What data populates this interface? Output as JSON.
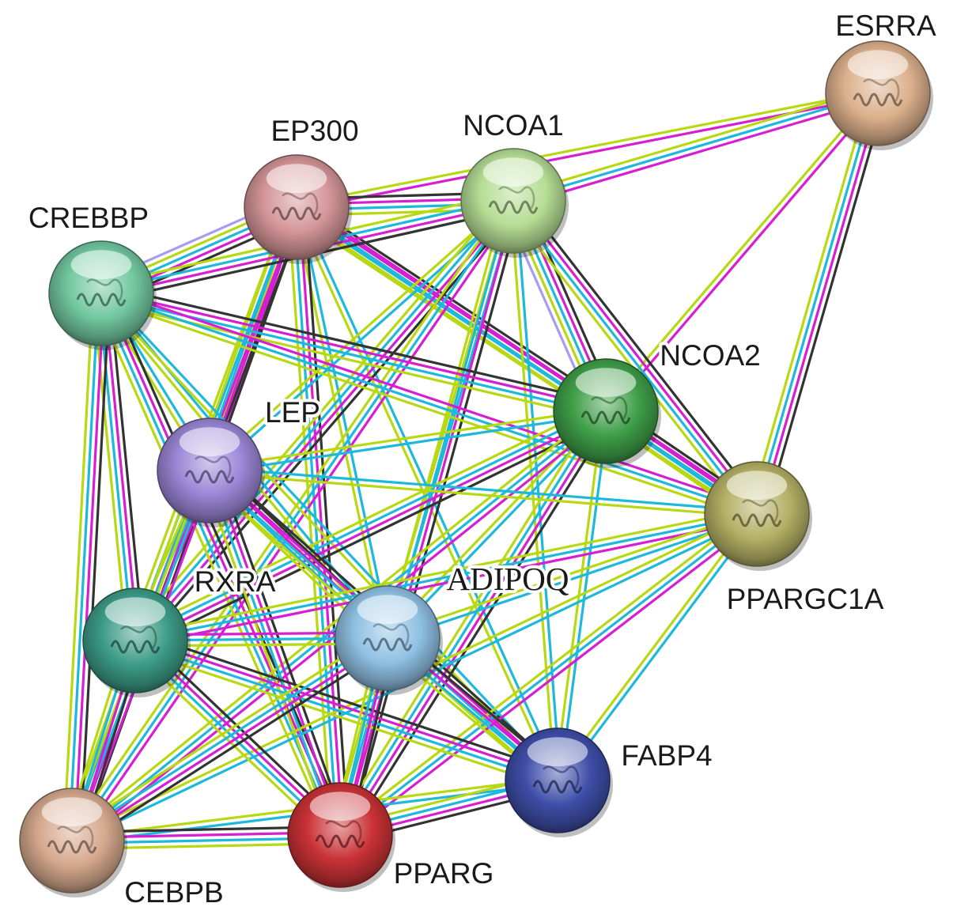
{
  "network": {
    "edge_colors": {
      "black": "#333333",
      "magenta": "#d51fd0",
      "cyan": "#1eb8db",
      "lime": "#b7d813",
      "lavender": "#a89cf0"
    },
    "nodes": [
      {
        "id": "ESRRA",
        "label": "ESRRA",
        "color": "#dcb08c",
        "structure": "pink-helix-structure"
      },
      {
        "id": "EP300",
        "label": "EP300",
        "color": "#d49597",
        "structure": "multicolor-domain-structure"
      },
      {
        "id": "NCOA1",
        "label": "NCOA1",
        "color": "#b5dd94",
        "structure": "green-helix-structure"
      },
      {
        "id": "CREBBP",
        "label": "CREBBP",
        "color": "#72c8a0",
        "structure": "blue-complex-structure"
      },
      {
        "id": "NCOA2",
        "label": "NCOA2",
        "color": "#3f9e48",
        "structure": "blue-peptide-structure"
      },
      {
        "id": "LEP",
        "label": "LEP",
        "color": "#9a86d6",
        "structure": "purple-helix-bundle"
      },
      {
        "id": "PPARGC1A",
        "label": "PPARGC1A",
        "color": "#b4b065",
        "structure": "red-helix-structure"
      },
      {
        "id": "RXRA",
        "label": "RXRA",
        "color": "#3c9c86",
        "structure": "green-ligand-domain"
      },
      {
        "id": "ADIPOQ",
        "label": "ADIPOQ",
        "color": "#8fc0e3",
        "structure": "blue-trimer-structure"
      },
      {
        "id": "FABP4",
        "label": "FABP4",
        "color": "#3e4ea8",
        "structure": "purple-barrel-structure"
      },
      {
        "id": "CEBPB",
        "label": "CEBPB",
        "color": "#d6a98e",
        "structure": "helix-dna-structure"
      },
      {
        "id": "PPARG",
        "label": "PPARG",
        "color": "#c93236",
        "structure": "red-complex-structure"
      }
    ],
    "edges": [
      {
        "source": "ESRRA",
        "target": "EP300",
        "types": [
          "magenta",
          "lime"
        ]
      },
      {
        "source": "ESRRA",
        "target": "NCOA1",
        "types": [
          "magenta",
          "cyan",
          "lime"
        ]
      },
      {
        "source": "ESRRA",
        "target": "NCOA2",
        "types": [
          "magenta",
          "lime"
        ]
      },
      {
        "source": "ESRRA",
        "target": "PPARGC1A",
        "types": [
          "black",
          "magenta",
          "cyan",
          "lime"
        ]
      },
      {
        "source": "EP300",
        "target": "NCOA1",
        "types": [
          "black",
          "magenta",
          "cyan",
          "lime"
        ]
      },
      {
        "source": "EP300",
        "target": "CREBBP",
        "types": [
          "black",
          "magenta",
          "cyan",
          "lime",
          "lavender"
        ]
      },
      {
        "source": "EP300",
        "target": "NCOA2",
        "types": [
          "black",
          "magenta",
          "cyan",
          "lime"
        ]
      },
      {
        "source": "EP300",
        "target": "LEP",
        "types": [
          "magenta",
          "lime"
        ]
      },
      {
        "source": "EP300",
        "target": "PPARGC1A",
        "types": [
          "magenta",
          "cyan",
          "lime"
        ]
      },
      {
        "source": "EP300",
        "target": "RXRA",
        "types": [
          "black",
          "magenta",
          "cyan",
          "lime"
        ]
      },
      {
        "source": "EP300",
        "target": "ADIPOQ",
        "types": [
          "cyan",
          "lime"
        ]
      },
      {
        "source": "EP300",
        "target": "FABP4",
        "types": [
          "cyan",
          "lime"
        ]
      },
      {
        "source": "EP300",
        "target": "CEBPB",
        "types": [
          "black",
          "magenta",
          "cyan",
          "lime"
        ]
      },
      {
        "source": "EP300",
        "target": "PPARG",
        "types": [
          "black",
          "magenta",
          "cyan",
          "lime"
        ]
      },
      {
        "source": "NCOA1",
        "target": "CREBBP",
        "types": [
          "black",
          "magenta",
          "cyan",
          "lime"
        ]
      },
      {
        "source": "NCOA1",
        "target": "NCOA2",
        "types": [
          "black",
          "magenta",
          "cyan",
          "lime",
          "lavender"
        ]
      },
      {
        "source": "NCOA1",
        "target": "LEP",
        "types": [
          "cyan",
          "lime"
        ]
      },
      {
        "source": "NCOA1",
        "target": "PPARGC1A",
        "types": [
          "black",
          "magenta",
          "cyan",
          "lime"
        ]
      },
      {
        "source": "NCOA1",
        "target": "RXRA",
        "types": [
          "black",
          "magenta",
          "cyan",
          "lime"
        ]
      },
      {
        "source": "NCOA1",
        "target": "ADIPOQ",
        "types": [
          "cyan",
          "lime"
        ]
      },
      {
        "source": "NCOA1",
        "target": "FABP4",
        "types": [
          "cyan",
          "lime"
        ]
      },
      {
        "source": "NCOA1",
        "target": "CEBPB",
        "types": [
          "magenta",
          "cyan",
          "lime"
        ]
      },
      {
        "source": "NCOA1",
        "target": "PPARG",
        "types": [
          "black",
          "magenta",
          "cyan",
          "lime"
        ]
      },
      {
        "source": "CREBBP",
        "target": "NCOA2",
        "types": [
          "black",
          "magenta",
          "cyan",
          "lime"
        ]
      },
      {
        "source": "CREBBP",
        "target": "LEP",
        "types": [
          "cyan",
          "lime"
        ]
      },
      {
        "source": "CREBBP",
        "target": "PPARGC1A",
        "types": [
          "magenta",
          "cyan",
          "lime"
        ]
      },
      {
        "source": "CREBBP",
        "target": "RXRA",
        "types": [
          "black",
          "magenta",
          "cyan",
          "lime"
        ]
      },
      {
        "source": "CREBBP",
        "target": "ADIPOQ",
        "types": [
          "cyan",
          "lime"
        ]
      },
      {
        "source": "CREBBP",
        "target": "FABP4",
        "types": [
          "cyan",
          "lime"
        ]
      },
      {
        "source": "CREBBP",
        "target": "CEBPB",
        "types": [
          "black",
          "magenta",
          "cyan",
          "lime"
        ]
      },
      {
        "source": "CREBBP",
        "target": "PPARG",
        "types": [
          "black",
          "magenta",
          "cyan",
          "lime"
        ]
      },
      {
        "source": "NCOA2",
        "target": "LEP",
        "types": [
          "cyan",
          "lime"
        ]
      },
      {
        "source": "NCOA2",
        "target": "PPARGC1A",
        "types": [
          "black",
          "magenta",
          "cyan",
          "lime"
        ]
      },
      {
        "source": "NCOA2",
        "target": "RXRA",
        "types": [
          "black",
          "magenta",
          "cyan",
          "lime"
        ]
      },
      {
        "source": "NCOA2",
        "target": "ADIPOQ",
        "types": [
          "cyan",
          "lime"
        ]
      },
      {
        "source": "NCOA2",
        "target": "FABP4",
        "types": [
          "cyan",
          "lime"
        ]
      },
      {
        "source": "NCOA2",
        "target": "CEBPB",
        "types": [
          "magenta",
          "cyan",
          "lime"
        ]
      },
      {
        "source": "NCOA2",
        "target": "PPARG",
        "types": [
          "black",
          "magenta",
          "cyan",
          "lime"
        ]
      },
      {
        "source": "LEP",
        "target": "RXRA",
        "types": [
          "magenta",
          "cyan",
          "lime"
        ]
      },
      {
        "source": "LEP",
        "target": "ADIPOQ",
        "types": [
          "black",
          "magenta",
          "cyan",
          "lime"
        ]
      },
      {
        "source": "LEP",
        "target": "FABP4",
        "types": [
          "black",
          "magenta",
          "cyan",
          "lime"
        ]
      },
      {
        "source": "LEP",
        "target": "CEBPB",
        "types": [
          "magenta",
          "cyan",
          "lime"
        ]
      },
      {
        "source": "LEP",
        "target": "PPARG",
        "types": [
          "black",
          "magenta",
          "cyan",
          "lime"
        ]
      },
      {
        "source": "LEP",
        "target": "PPARGC1A",
        "types": [
          "cyan",
          "lime"
        ]
      },
      {
        "source": "PPARGC1A",
        "target": "RXRA",
        "types": [
          "magenta",
          "cyan",
          "lime"
        ]
      },
      {
        "source": "PPARGC1A",
        "target": "ADIPOQ",
        "types": [
          "cyan",
          "lime"
        ]
      },
      {
        "source": "PPARGC1A",
        "target": "FABP4",
        "types": [
          "cyan",
          "lime"
        ]
      },
      {
        "source": "PPARGC1A",
        "target": "CEBPB",
        "types": [
          "cyan",
          "lime"
        ]
      },
      {
        "source": "PPARGC1A",
        "target": "PPARG",
        "types": [
          "magenta",
          "cyan",
          "lime"
        ]
      },
      {
        "source": "RXRA",
        "target": "ADIPOQ",
        "types": [
          "magenta",
          "cyan",
          "lime"
        ]
      },
      {
        "source": "RXRA",
        "target": "FABP4",
        "types": [
          "black",
          "magenta",
          "cyan",
          "lime"
        ]
      },
      {
        "source": "RXRA",
        "target": "CEBPB",
        "types": [
          "black",
          "magenta",
          "cyan",
          "lime"
        ]
      },
      {
        "source": "RXRA",
        "target": "PPARG",
        "types": [
          "black",
          "magenta",
          "cyan",
          "lime"
        ]
      },
      {
        "source": "ADIPOQ",
        "target": "FABP4",
        "types": [
          "black",
          "magenta",
          "cyan",
          "lime"
        ]
      },
      {
        "source": "ADIPOQ",
        "target": "CEBPB",
        "types": [
          "black",
          "magenta",
          "cyan",
          "lime"
        ]
      },
      {
        "source": "ADIPOQ",
        "target": "PPARG",
        "types": [
          "black",
          "magenta",
          "cyan",
          "lime"
        ]
      },
      {
        "source": "FABP4",
        "target": "CEBPB",
        "types": [
          "cyan",
          "lime"
        ]
      },
      {
        "source": "FABP4",
        "target": "PPARG",
        "types": [
          "black",
          "magenta",
          "cyan",
          "lime"
        ]
      },
      {
        "source": "CEBPB",
        "target": "PPARG",
        "types": [
          "black",
          "magenta",
          "cyan",
          "lime"
        ]
      }
    ]
  }
}
